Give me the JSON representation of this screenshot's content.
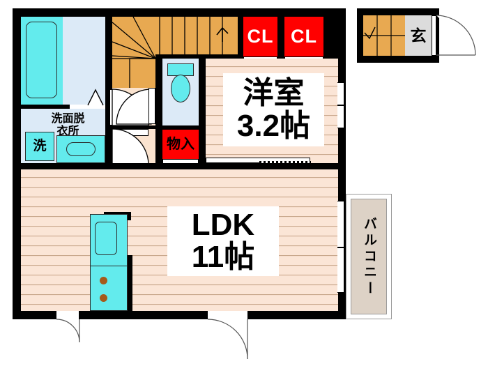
{
  "plan": {
    "type": "japanese-apartment-floorplan",
    "layout_code": "1LDK",
    "rooms": [
      {
        "key": "ldk",
        "label": "LDK\n11帖",
        "name_en": "Living Dining Kitchen",
        "size_jo": 11
      },
      {
        "key": "yoshitsu",
        "label": "洋室\n3.2帖",
        "name_en": "Western Room",
        "size_jo": 3.2
      },
      {
        "key": "washroom",
        "label": "洗面脱\n衣所",
        "name_en": "Washroom / Changing Room"
      },
      {
        "key": "closet",
        "label": "物入",
        "name_en": "Storage Closet"
      },
      {
        "key": "cl1",
        "label": "CL",
        "name_en": "Closet"
      },
      {
        "key": "cl2",
        "label": "CL",
        "name_en": "Closet"
      },
      {
        "key": "entrance",
        "label": "玄",
        "name_en": "Entrance"
      },
      {
        "key": "balcony",
        "label": "バルコニー",
        "name_en": "Balcony"
      },
      {
        "key": "washer",
        "label": "洗",
        "name_en": "Washing Machine Space"
      }
    ],
    "colors": {
      "wall": "#000000",
      "wood_floor": "#fbe5d6",
      "tile_floor": "#dceaf7",
      "water_fixture": "#63ebed",
      "closet_red": "#ff0000",
      "stairs_tatami": "#e8a951",
      "entrance_tile": "#dcdcdc",
      "balcony": "#ddd2c6",
      "hall": "#fae3cf"
    },
    "fixtures": [
      {
        "name": "bathtub",
        "room": "bathroom"
      },
      {
        "name": "toilet",
        "room": "toilet"
      },
      {
        "name": "sink-vanity",
        "room": "washroom"
      },
      {
        "name": "washer-pan",
        "room": "washroom"
      },
      {
        "name": "kitchen-sink",
        "room": "ldk"
      },
      {
        "name": "gas-stove",
        "room": "ldk",
        "burners": 2
      },
      {
        "name": "staircase",
        "room": "hall"
      }
    ]
  }
}
